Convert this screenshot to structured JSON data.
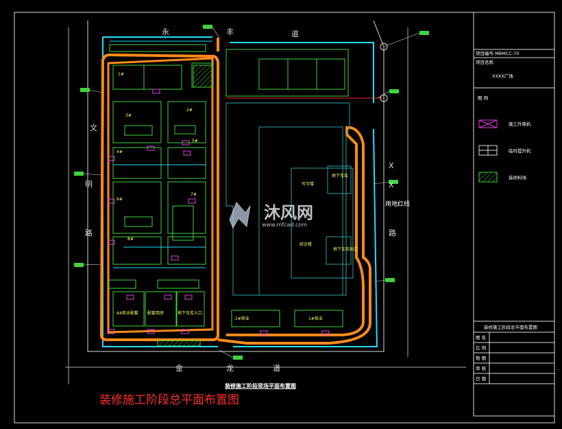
{
  "title_block": {
    "project_no": "项目编号:MBMCC-70",
    "project_name_label": "项目名称",
    "project_name": "XXXX广场",
    "legend_heading": "图 例",
    "legend": [
      {
        "label": "施工升降机",
        "icon": "hoist-icon"
      },
      {
        "label": "临时提升机",
        "icon": "lift-icon"
      },
      {
        "label": "装修料场",
        "icon": "material-yard-icon"
      }
    ],
    "drawing_title": "装修施工阶段总平面布置图",
    "rows": [
      "图 名",
      "比 例",
      "制 图",
      "审 核",
      "日 期"
    ]
  },
  "roads": {
    "north": [
      "永",
      "丰",
      "道"
    ],
    "west": [
      "文",
      "明",
      "路"
    ],
    "south": [
      "金",
      "龙",
      "道"
    ],
    "east": [
      "X",
      "X",
      "路"
    ]
  },
  "labels": {
    "boundary": "用地红线",
    "plan_title": "装修施工阶段现场平面布置图",
    "main_caption": "装修施工阶段总平面布置图",
    "watermark_cn": "沐风网",
    "watermark_en": "www.mfcad.com"
  },
  "buildings": {
    "b1": "1#",
    "b2": "2#",
    "b3": "3#",
    "b4": "4#",
    "b5": "5#",
    "b6": "6#",
    "b7": "7#",
    "b8": "8#",
    "b9": "A4商业配套",
    "b10": "配套用房",
    "b11": "地下车库入口",
    "b12": "2#商业",
    "b13": "1#商业",
    "b14": "写字楼",
    "b15": "综合楼",
    "b16": "地下车库",
    "b17": "地下车库出口"
  },
  "colors": {
    "road": "#ff8a1a",
    "fence": "#22e0ff",
    "building": "#3fd43f",
    "text": "#ffff66",
    "hoist": "#e040e0",
    "redline": "#ff2222",
    "caption": "#ff3030"
  }
}
